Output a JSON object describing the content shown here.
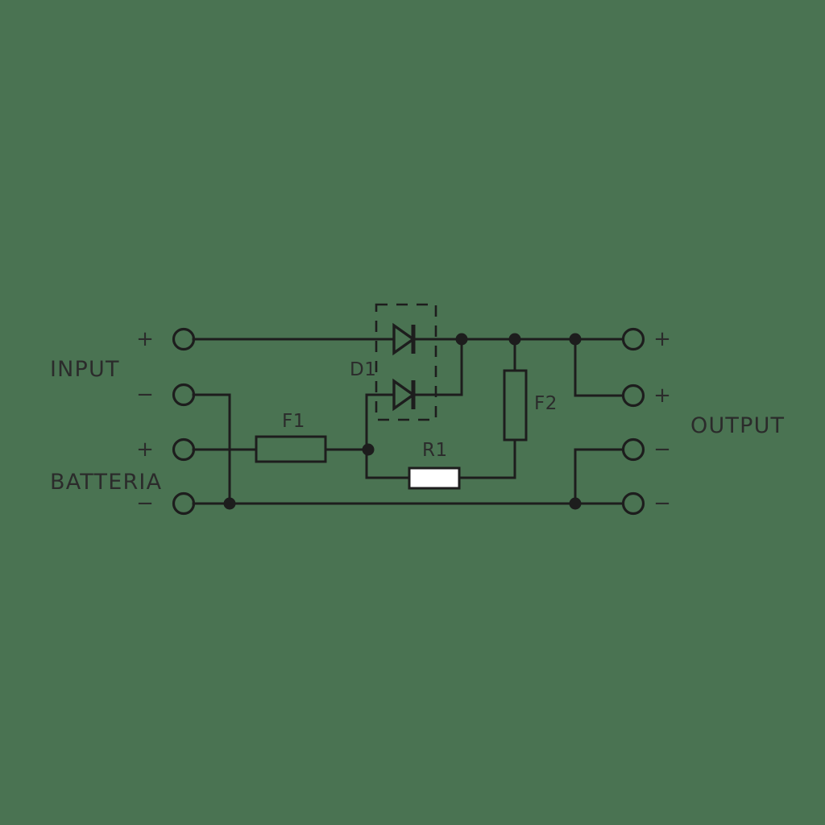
{
  "diagram": {
    "title": "Battery protection circuit schematic",
    "background_color": "#4a7352",
    "ink_color": "#1d1d1d"
  },
  "groups": {
    "input": "INPUT",
    "battery": "BATTERIA",
    "output": "OUTPUT"
  },
  "components": {
    "d1": "D1",
    "f1": "F1",
    "f2": "F2",
    "r1": "R1"
  },
  "terminals": {
    "input_plus": "+",
    "input_minus": "−",
    "battery_plus": "+",
    "battery_minus": "−",
    "output_plus_1": "+",
    "output_plus_2": "+",
    "output_minus_1": "−",
    "output_minus_2": "−"
  },
  "chart_data": {
    "type": "diagram",
    "schematic": "electrical circuit",
    "nets": [
      "INPUT+ rail to D1 anode",
      "D1 cathode to F2 and OUTPUT+",
      "INPUT- to common negative rail",
      "BATTERIA+ through F1 to D1 second diode and R1",
      "R1 to F2 bottom",
      "BATTERIA- to common negative rail to OUTPUT-"
    ],
    "component_list": [
      "D1",
      "F1",
      "F2",
      "R1"
    ],
    "terminal_count": 8
  }
}
